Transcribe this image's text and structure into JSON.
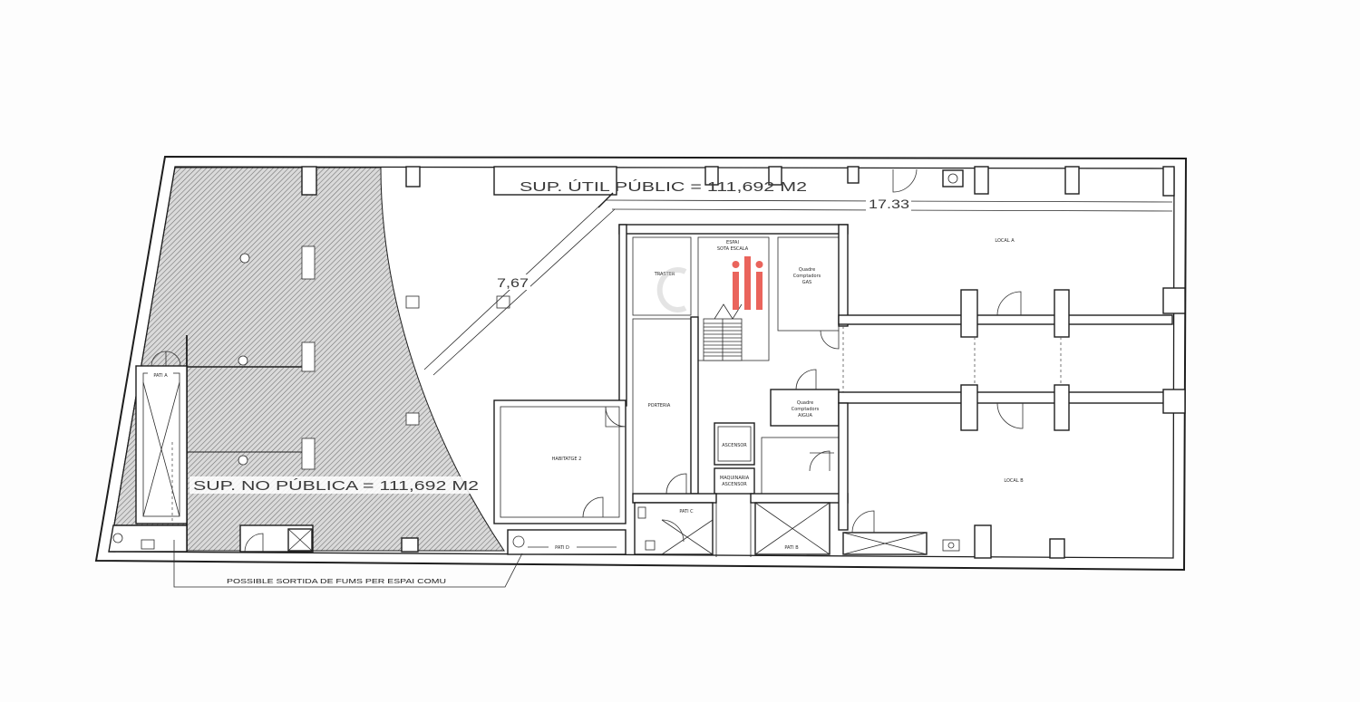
{
  "drawing": {
    "public_area_label": "SUP. ÚTIL PÚBLIC = 111,692 M2",
    "non_public_area_label": "SUP. NO PÚBLICA = 111,692 M2",
    "note": "POSSIBLE SORTIDA DE FUMS PER ESPAI COMU"
  },
  "dimensions": {
    "length": "17.33",
    "diagonal": "7,67"
  },
  "rooms": {
    "pati_a": "PATI A",
    "pati_b": "PATI B",
    "pati_c": "PATI C",
    "pati_d": "PATI D",
    "local_a": "LOCAL A",
    "local_b": "LOCAL B",
    "habitatge": "HABITATGE 2",
    "porteria": "PORTERIA",
    "ascensor": "ASCENSOR",
    "maquinaria": [
      "MAQUINARIA",
      "ASCENSOR"
    ],
    "sota_escala": [
      "ESPAI",
      "SOTA ESCALA"
    ],
    "traster": "TRASTER",
    "comptadors_gas": [
      "Quadre",
      "Comptadors",
      "GAS"
    ],
    "comptadors_aigua": [
      "Quadre",
      "Comptadors",
      "AIGUA"
    ]
  },
  "colors": {
    "line": "#1e1e1e",
    "hatch": "#dadada",
    "watermark_accent": "#e8544b"
  }
}
